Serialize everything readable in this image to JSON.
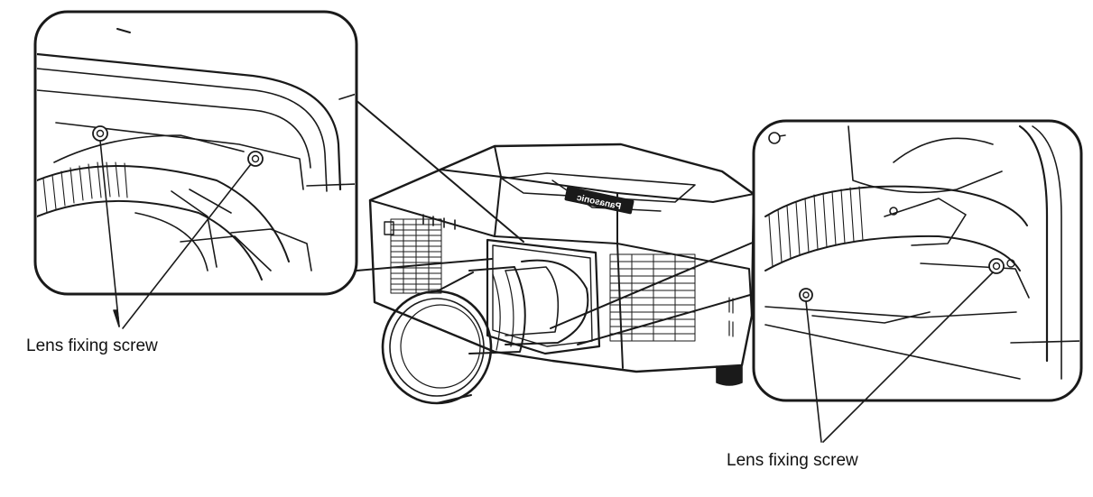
{
  "labels": {
    "left_callout": "Lens fixing screw",
    "right_callout": "Lens fixing screw"
  },
  "brand_mark": "Panasonic",
  "colors": {
    "line": "#1a1a1a",
    "background": "#ffffff"
  }
}
